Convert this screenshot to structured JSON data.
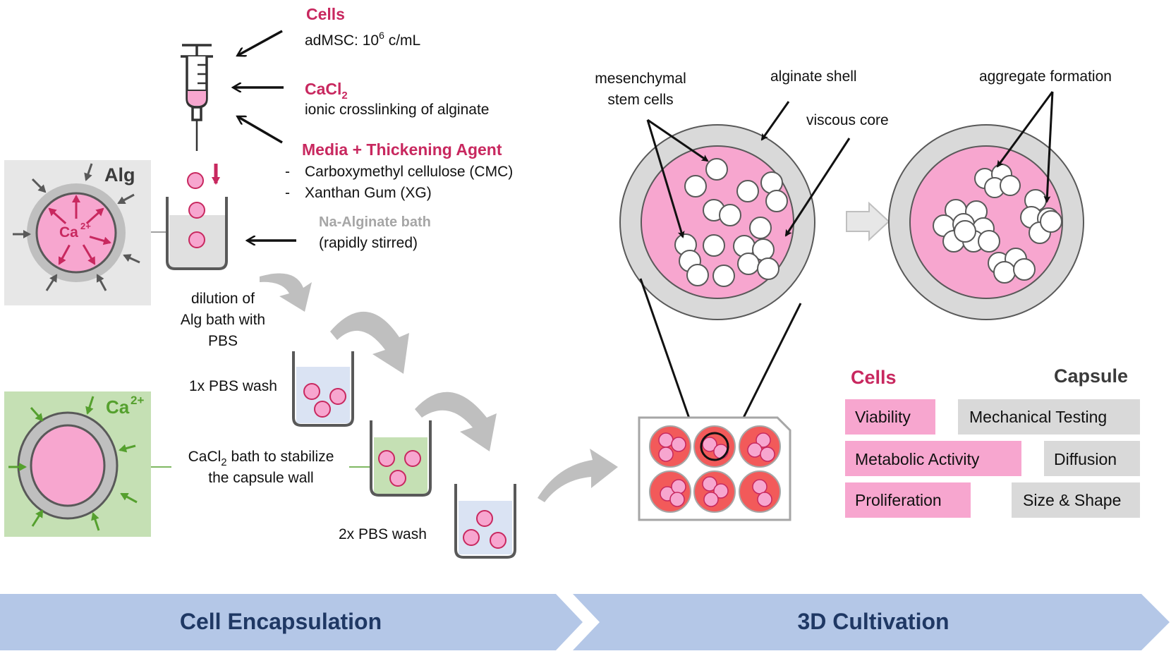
{
  "left_labels": {
    "cells_title": "Cells",
    "cells_detail": "adMSC: 10",
    "cells_exp": "6",
    "cells_unit": " c/mL",
    "cacl2_title": "CaCl",
    "cacl2_sub": "2",
    "cacl2_detail": "ionic crosslinking of alginate",
    "media_title": "Media + Thickening Agent",
    "media_item1": "Carboxymethyl cellulose (CMC)",
    "media_item2": "Xanthan Gum (XG)",
    "bullet": "-",
    "bath_title": "Na-Alginate bath",
    "bath_detail": "(rapidly stirred)",
    "alg_label": "Alg",
    "ca_label": "Ca",
    "ca_sup": "2+",
    "dilution_1": "dilution of",
    "dilution_2": "Alg bath with",
    "dilution_3": "PBS",
    "wash1": "1x PBS wash",
    "cacl2_bath_1": "CaCl",
    "cacl2_bath_sub": "2",
    "cacl2_bath_rest": " bath to stabilize",
    "cacl2_bath_2": "the capsule wall",
    "wash2": "2x PBS wash"
  },
  "right_labels": {
    "msc_1": "mesenchymal",
    "msc_2": "stem cells",
    "shell": "alginate shell",
    "core": "viscous core",
    "aggregate": "aggregate formation",
    "cells_header": "Cells",
    "capsule_header": "Capsule",
    "cells_boxes": [
      "Viability",
      "Metabolic Activity",
      "Proliferation"
    ],
    "capsule_boxes": [
      "Mechanical Testing",
      "Diffusion",
      "Size & Shape"
    ]
  },
  "banners": {
    "left": "Cell Encapsulation",
    "right": "3D Cultivation"
  },
  "colors": {
    "pink_text": "#c8285f",
    "pink_fill": "#f7a6cf",
    "grey_box": "#d9d9d9",
    "banner_fill": "#b4c7e7",
    "banner_text": "#1f3864",
    "green_panel": "#c5e0b4",
    "green_arrow": "#55a02e",
    "well_red": "#f25a5a"
  }
}
